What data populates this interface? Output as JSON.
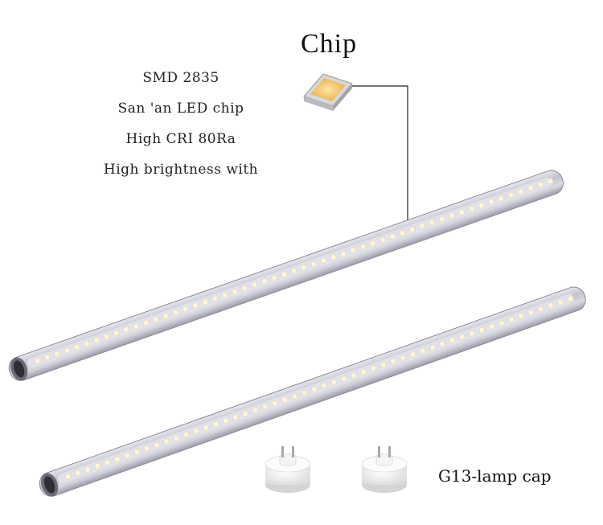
{
  "specs": {
    "lines": [
      "SMD 2835",
      "San 'an LED chip",
      "High CRI 80Ra",
      "High brightness with"
    ]
  },
  "chip": {
    "label": "Chip"
  },
  "lamp_cap": {
    "label": "G13-lamp cap"
  },
  "colors": {
    "tube_body": "#c8c8d4",
    "tube_edge": "#8a8a98",
    "led": "#fff4d8",
    "chip_yellow": "#f5c25a",
    "cap_white": "#f2f2f2",
    "pin": "#a9a9b0"
  }
}
